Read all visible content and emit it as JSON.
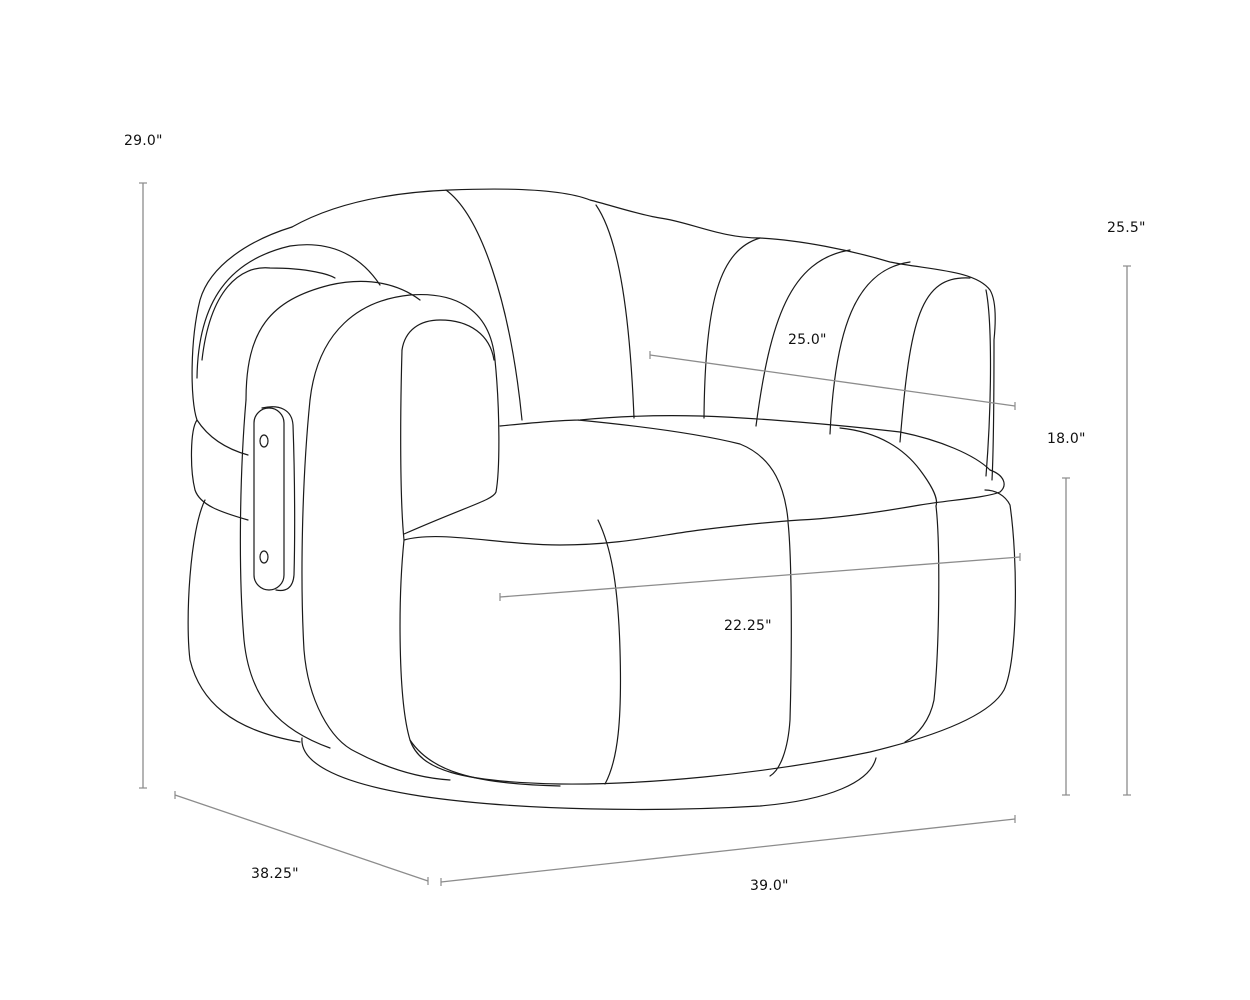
{
  "diagram": {
    "subject": "Swivel lounge chair dimension drawing",
    "line_color": "#1a1a1a",
    "dimension_color": "#8c8c8c",
    "background": "#ffffff"
  },
  "dimensions": {
    "overall_height": {
      "label": "29.0\"",
      "value_in": 29.0
    },
    "back_height": {
      "label": "25.5\"",
      "value_in": 25.5
    },
    "seat_height": {
      "label": "18.0\"",
      "value_in": 18.0
    },
    "inner_width": {
      "label": "25.0\"",
      "value_in": 25.0
    },
    "seat_depth": {
      "label": "22.25\"",
      "value_in": 22.25
    },
    "overall_depth": {
      "label": "38.25\"",
      "value_in": 38.25
    },
    "overall_width": {
      "label": "39.0\"",
      "value_in": 39.0
    }
  }
}
